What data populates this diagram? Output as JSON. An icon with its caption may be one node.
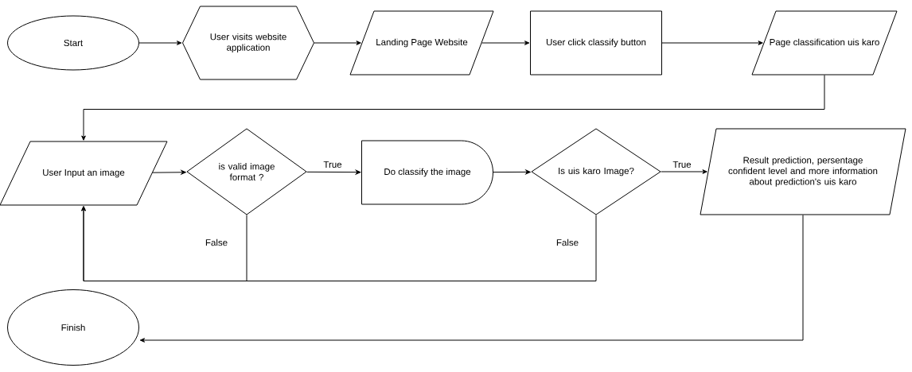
{
  "diagram": {
    "nodes": [
      {
        "text": [
          "Start"
        ]
      },
      {
        "text": [
          "User visits website application"
        ]
      },
      {
        "text": [
          "Landing Page Website"
        ]
      },
      {
        "text": [
          "User click classify button"
        ]
      },
      {
        "text": [
          "Page classification uis karo"
        ]
      },
      {
        "text": [
          "User Input an image"
        ]
      },
      {
        "text": [
          "is valid image format ?"
        ]
      },
      {
        "text": [
          "Do classify the image"
        ]
      },
      {
        "text": [
          "Is uis karo Image?"
        ]
      },
      {
        "text": [
          "Result prediction, persentage confident level and more information about prediction's uis karo"
        ]
      },
      {
        "text": [
          "Finish"
        ]
      }
    ],
    "edges": [
      {
        "from": 0,
        "to": 1,
        "arrow": "to"
      },
      {
        "from": 1,
        "to": 2,
        "arrow": "to"
      },
      {
        "from": 2,
        "to": 3,
        "arrow": "to"
      },
      {
        "from": 3,
        "to": 4,
        "arrow": "to"
      },
      {
        "from": 4,
        "to": 5,
        "arrow": "to"
      },
      {
        "from": 5,
        "to": 6,
        "arrow": "to"
      },
      {
        "from": 6,
        "to": 7,
        "arrow": "to",
        "label": "True"
      },
      {
        "from": 7,
        "to": 8,
        "arrow": "to"
      },
      {
        "from": 8,
        "to": 9,
        "arrow": "to",
        "label": "True"
      },
      {
        "from": 6,
        "to": 5,
        "arrow": "to",
        "label": "False"
      },
      {
        "from": 8,
        "to": 5,
        "arrow": "to",
        "label": "False"
      },
      {
        "from": 9,
        "to": 10,
        "arrow": "to"
      }
    ]
  }
}
